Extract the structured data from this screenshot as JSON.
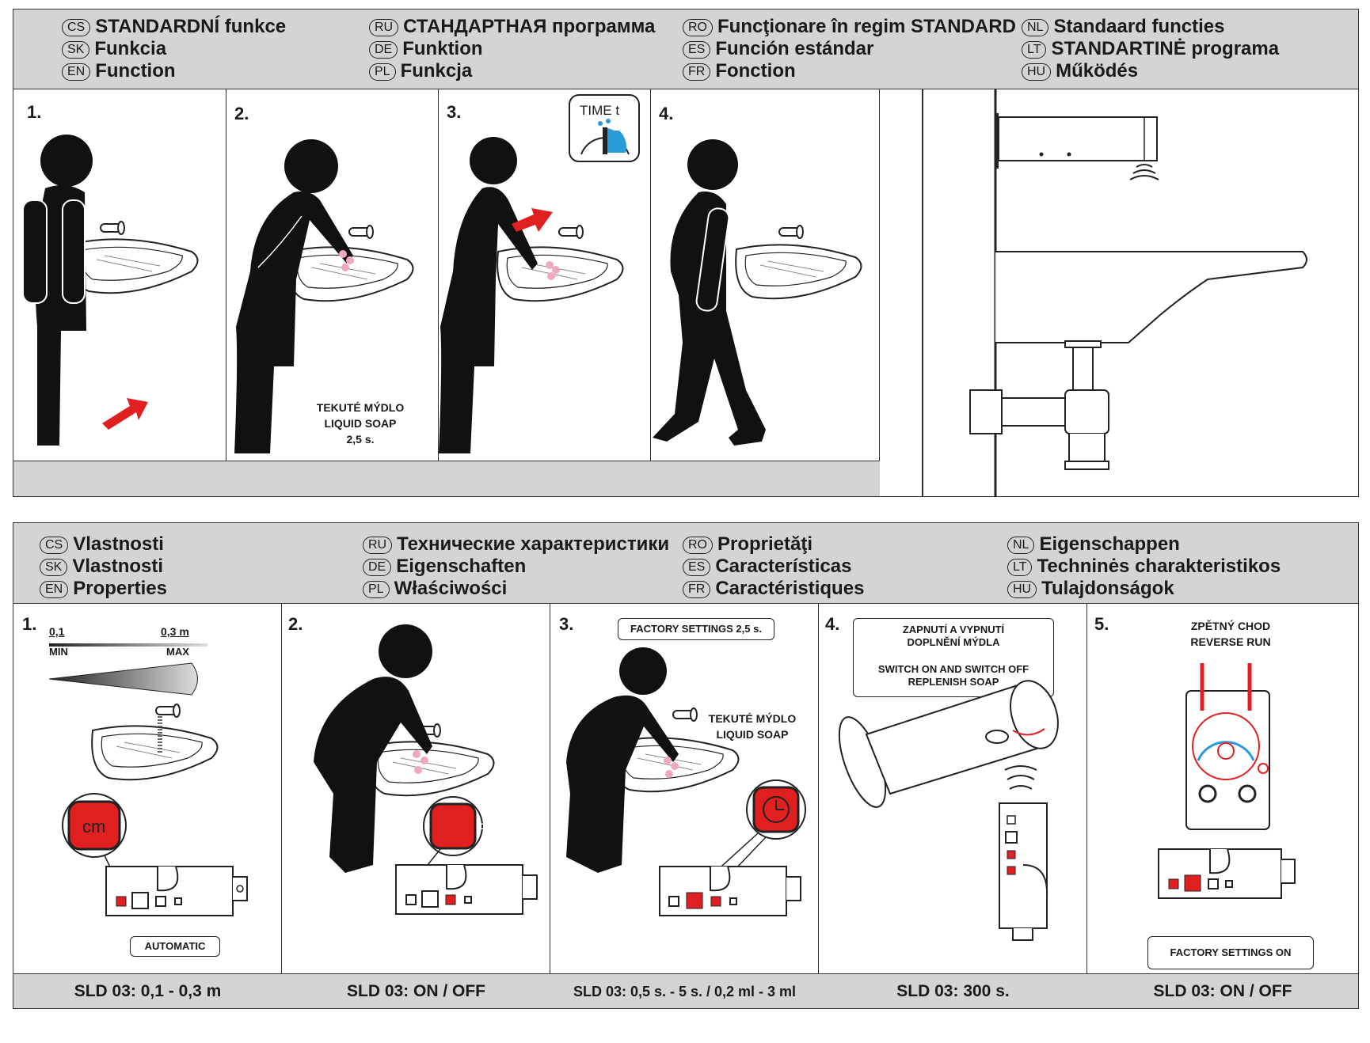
{
  "top_section": {
    "langs": [
      {
        "code": "CS",
        "text": "STANDARDNÍ funkce"
      },
      {
        "code": "SK",
        "text": "Funkcia"
      },
      {
        "code": "EN",
        "text": "Function"
      },
      {
        "code": "RU",
        "text": "СТАНДАРТНАЯ программа"
      },
      {
        "code": "DE",
        "text": "Funktion"
      },
      {
        "code": "PL",
        "text": "Funkcja"
      },
      {
        "code": "RO",
        "text": "Funcţionare în regim STANDARD"
      },
      {
        "code": "ES",
        "text": "Función estándar"
      },
      {
        "code": "FR",
        "text": "Fonction"
      },
      {
        "code": "NL",
        "text": "Standaard functies"
      },
      {
        "code": "LT",
        "text": "STANDARTINĖ programa"
      },
      {
        "code": "HU",
        "text": "Működés"
      }
    ],
    "steps": [
      "1.",
      "2.",
      "3.",
      "4."
    ],
    "timer_label": "TIME t",
    "step2_caption": [
      "TEKUTÉ MÝDLO",
      "LIQUID SOAP",
      "2,5 s."
    ]
  },
  "bottom_section": {
    "langs": [
      {
        "code": "CS",
        "text": "Vlastnosti"
      },
      {
        "code": "SK",
        "text": "Vlastnosti"
      },
      {
        "code": "EN",
        "text": "Properties"
      },
      {
        "code": "RU",
        "text": "Технические характеристики"
      },
      {
        "code": "DE",
        "text": "Eigenschaften"
      },
      {
        "code": "PL",
        "text": "Właściwości"
      },
      {
        "code": "RO",
        "text": "Proprietăţi"
      },
      {
        "code": "ES",
        "text": "Características"
      },
      {
        "code": "FR",
        "text": "Caractéristiques"
      },
      {
        "code": "NL",
        "text": "Eigenschappen"
      },
      {
        "code": "LT",
        "text": "Techninės charakteristikos"
      },
      {
        "code": "HU",
        "text": "Tulajdonságok"
      }
    ],
    "steps": [
      "1.",
      "2.",
      "3.",
      "4.",
      "5."
    ],
    "range": {
      "min_val": "0,1",
      "max_val": "0,3 m",
      "min_lbl": "MIN",
      "max_lbl": "MAX"
    },
    "btn_cm": "cm",
    "btn_onoff": "ON/OFF",
    "automatic": "AUTOMATIC",
    "factory_settings": "FACTORY SETTINGS 2,5 s.",
    "liquid_soap": [
      "TEKUTÉ MÝDLO",
      "LIQUID SOAP"
    ],
    "switch_box": [
      "ZAPNUTÍ A VYPNUTÍ",
      "DOPLNĚNÍ MÝDLA",
      "SWITCH ON AND SWITCH OFF",
      "REPLENISH SOAP"
    ],
    "reverse": [
      "ZPĚTNÝ CHOD",
      "REVERSE RUN"
    ],
    "factory_on": "FACTORY SETTINGS ON",
    "footers": [
      "SLD 03: 0,1 - 0,3 m",
      "SLD 03: ON / OFF",
      "SLD 03: 0,5 s. - 5 s. / 0,2 ml - 3 ml",
      "SLD 03: 300 s.",
      "SLD 03: ON / OFF"
    ]
  },
  "colors": {
    "header_gray": "#d4d4d4",
    "accent_red": "#e02020",
    "timer_blue": "#2a9ad8",
    "soap_pink": "#f0a8bc"
  }
}
